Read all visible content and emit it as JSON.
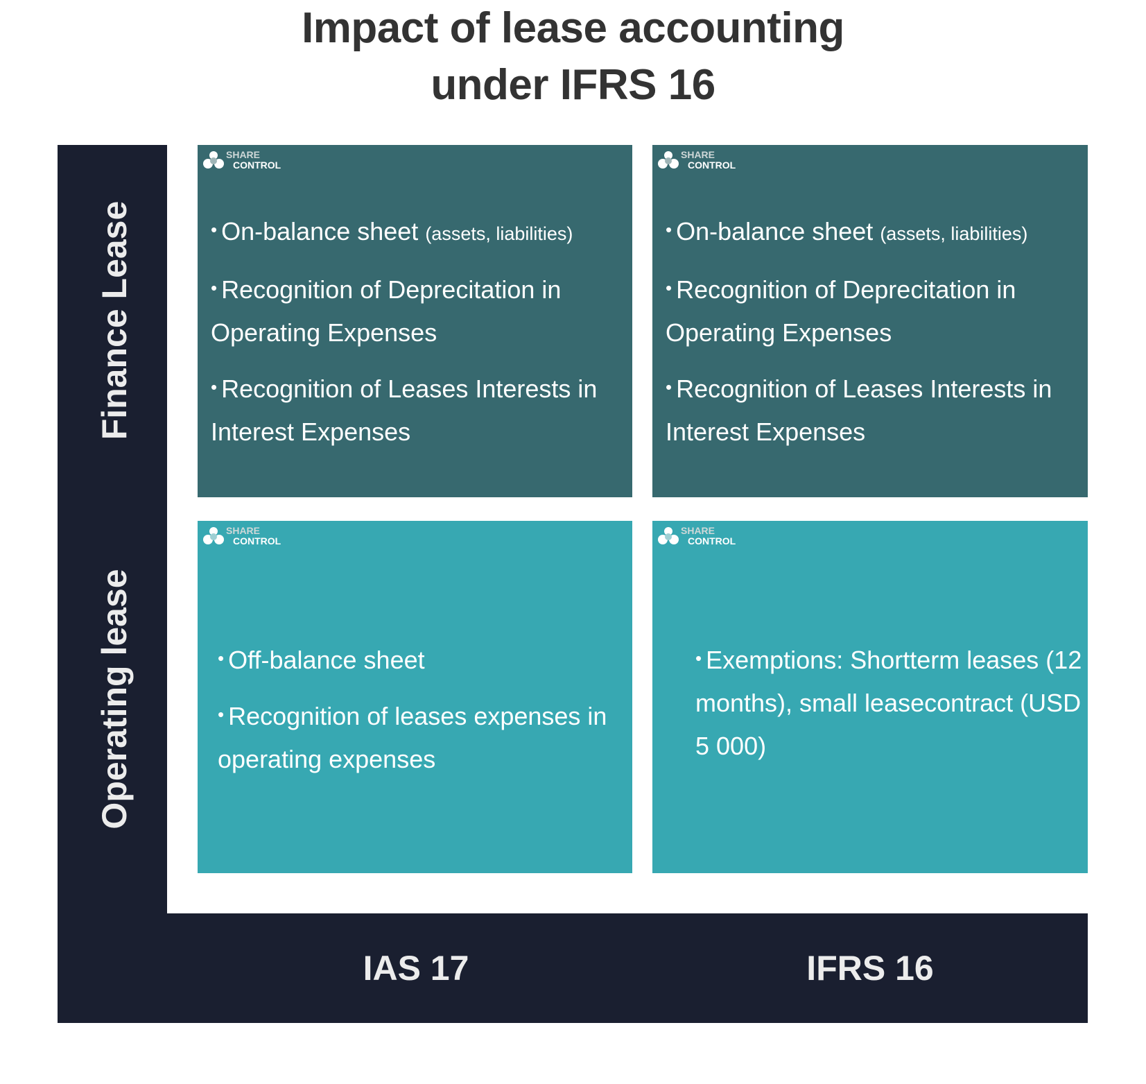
{
  "title": {
    "line1": "Impact of lease accounting",
    "line2": "under IFRS 16"
  },
  "rows": {
    "finance": "Finance Lease",
    "operating": "Operating lease"
  },
  "columns": {
    "ias": "IAS 17",
    "ifrs": "IFRS 16"
  },
  "logo": {
    "icon": "share-control-logo-icon",
    "line1": "SHARE",
    "line2": "CONTROL"
  },
  "colors": {
    "frame": "#1a1f30",
    "finance_panel": "#37696f",
    "operating_panel": "#37a8b2",
    "title_text": "#333333"
  },
  "panels": {
    "finance_ias": {
      "bullet": "•",
      "items": [
        {
          "main": "On-balance sheet",
          "note": "(assets, liabilities)"
        },
        {
          "main": "Recognition of Deprecitation in Operating Expenses"
        },
        {
          "main": "Recognition of Leases Interests in Interest Expenses"
        }
      ]
    },
    "finance_ifrs": {
      "bullet": "•",
      "items": [
        {
          "main": "On-balance sheet",
          "note": "(assets, liabilities)"
        },
        {
          "main": "Recognition of Deprecitation in Operating Expenses"
        },
        {
          "main": "Recognition of Leases Interests in Interest Expenses"
        }
      ]
    },
    "operating_ias": {
      "bullet": "•",
      "items": [
        {
          "main": "Off-balance sheet"
        },
        {
          "main": "Recognition of leases expenses in operating expenses"
        }
      ]
    },
    "operating_ifrs": {
      "bullet": "•",
      "items": [
        {
          "main": "Exemptions: Shortterm leases (12 months), small leasecontract (USD 5 000)"
        }
      ]
    }
  }
}
